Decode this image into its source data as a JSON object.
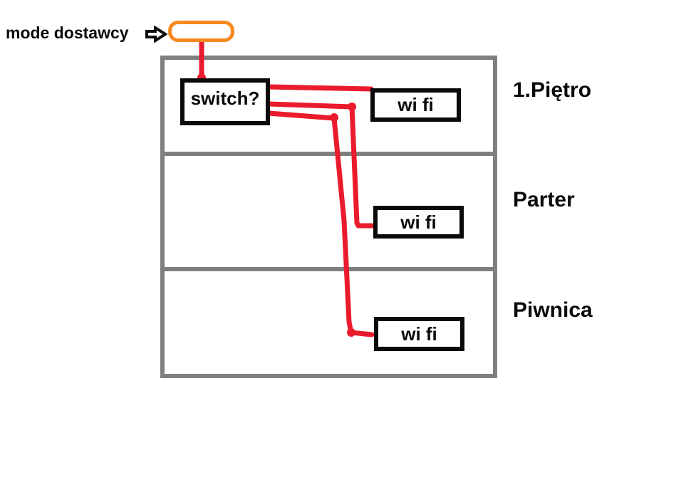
{
  "colors": {
    "red": "#ea1b2c",
    "orange": "#f6891f",
    "gray": "#7f7f7f",
    "black": "#0a0a0a",
    "background": "#ffffff"
  },
  "provider": {
    "label": "mode dostawcy",
    "arrow_icon": "right-arrow-icon",
    "modem_text": ""
  },
  "network": {
    "switch_label": "switch?"
  },
  "floors": [
    {
      "label": "1.Piętro",
      "wifi_label": "wi fi"
    },
    {
      "label": "Parter",
      "wifi_label": "wi fi"
    },
    {
      "label": "Piwnica",
      "wifi_label": "wi fi"
    }
  ]
}
